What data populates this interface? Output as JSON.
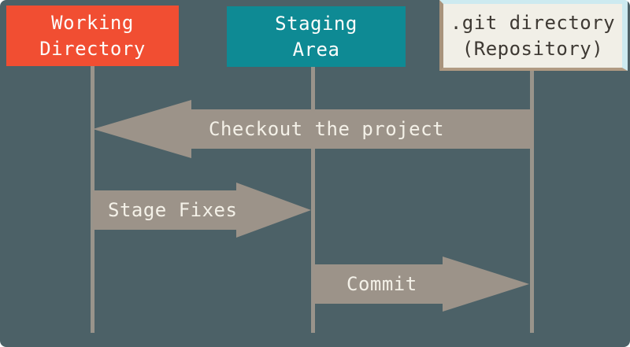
{
  "diagram": {
    "columns": [
      {
        "id": "working-directory",
        "line1": "Working",
        "line2": "Directory",
        "color": "#f14e32",
        "text_color": "#fdfdfb"
      },
      {
        "id": "staging-area",
        "line1": "Staging",
        "line2": "Area",
        "color": "#0e8a94",
        "text_color": "#fdfdfb"
      },
      {
        "id": "git-directory",
        "line1": ".git directory",
        "line2": "(Repository)",
        "color": "#f1efe7",
        "text_color": "#3e3933"
      }
    ],
    "arrows": [
      {
        "id": "checkout",
        "label": "Checkout the project",
        "direction": "left",
        "from": "git-directory",
        "to": "working-directory"
      },
      {
        "id": "stage",
        "label": "Stage Fixes",
        "direction": "right",
        "from": "working-directory",
        "to": "staging-area"
      },
      {
        "id": "commit",
        "label": "Commit",
        "direction": "right",
        "from": "staging-area",
        "to": "git-directory"
      }
    ],
    "colors": {
      "background": "#4c6167",
      "arrow": "#9c9389",
      "arrow_text": "#f4f1e8",
      "lifeline": "#99948b",
      "git_box_highlight": "#cdeaf0",
      "git_box_shadow": "#a8937c"
    }
  }
}
